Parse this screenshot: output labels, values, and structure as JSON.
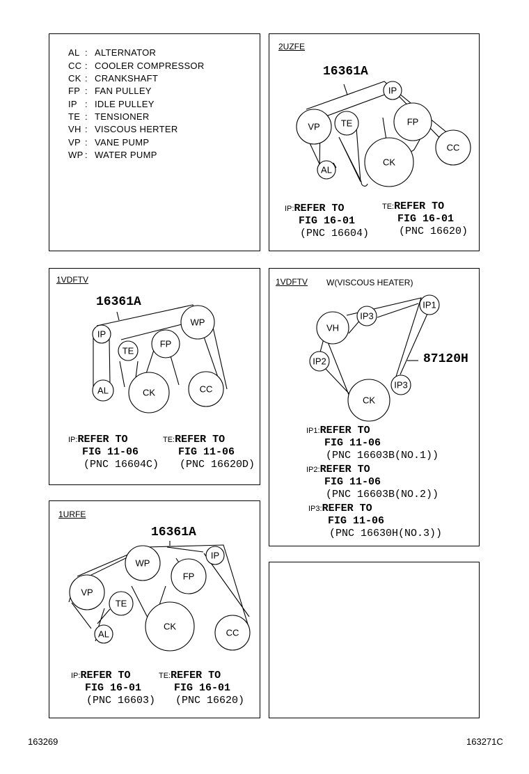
{
  "legend": [
    {
      "abbr": "AL",
      "name": "ALTERNATOR"
    },
    {
      "abbr": "CC",
      "name": "COOLER COMPRESSOR"
    },
    {
      "abbr": "CK",
      "name": "CRANKSHAFT"
    },
    {
      "abbr": "FP",
      "name": "FAN PULLEY"
    },
    {
      "abbr": "IP",
      "name": "IDLE PULLEY"
    },
    {
      "abbr": "TE",
      "name": "TENSIONER"
    },
    {
      "abbr": "VH",
      "name": "VISCOUS HERTER"
    },
    {
      "abbr": "VP",
      "name": "VANE PUMP"
    },
    {
      "abbr": "WP",
      "name": "WATER PUMP"
    }
  ],
  "panel_2uzfe": {
    "engine": "2UZFE",
    "part_number": "16361A",
    "pulleys": [
      "IP",
      "VP",
      "TE",
      "FP",
      "CC",
      "AL",
      "CK"
    ],
    "notes": [
      {
        "tag": "IP:",
        "l1": "REFER TO",
        "l2": "FIG 16-01",
        "l3": "(PNC 16604)"
      },
      {
        "tag": "TE:",
        "l1": "REFER TO",
        "l2": "FIG 16-01",
        "l3": "(PNC 16620)"
      }
    ]
  },
  "panel_1vdftv": {
    "engine": "1VDFTV",
    "part_number": "16361A",
    "pulleys": [
      "WP",
      "IP",
      "TE",
      "FP",
      "AL",
      "CK",
      "CC"
    ],
    "notes": [
      {
        "tag": "IP:",
        "l1": "REFER TO",
        "l2": "FIG 11-06",
        "l3": "(PNC 16604C)"
      },
      {
        "tag": "TE:",
        "l1": "REFER TO",
        "l2": "FIG 11-06",
        "l3": "(PNC 16620D)"
      }
    ]
  },
  "panel_1vdftv_w": {
    "engine": "1VDFTV",
    "subtitle": "W(VISCOUS HEATER)",
    "part_number": "87120H",
    "pulleys": [
      "IP1",
      "IP3",
      "VH",
      "IP2",
      "IP3",
      "CK"
    ],
    "notes": [
      {
        "tag": "IP1:",
        "l1": "REFER TO",
        "l2": "FIG 11-06",
        "l3": "(PNC 16603B(NO.1))"
      },
      {
        "tag": "IP2:",
        "l1": "REFER TO",
        "l2": "FIG 11-06",
        "l3": "(PNC 16603B(NO.2))"
      },
      {
        "tag": "IP3:",
        "l1": "REFER TO",
        "l2": "FIG 11-06",
        "l3": "(PNC 16630H(NO.3))"
      }
    ]
  },
  "panel_1urfe": {
    "engine": "1URFE",
    "part_number": "16361A",
    "pulleys": [
      "IP",
      "WP",
      "FP",
      "VP",
      "TE",
      "CK",
      "AL",
      "CC"
    ],
    "notes": [
      {
        "tag": "IP:",
        "l1": "REFER TO",
        "l2": "FIG 16-01",
        "l3": "(PNC 16603)"
      },
      {
        "tag": "TE:",
        "l1": "REFER TO",
        "l2": "FIG 16-01",
        "l3": "(PNC 16620)"
      }
    ]
  },
  "footer": {
    "left": "163269",
    "right": "163271C"
  }
}
